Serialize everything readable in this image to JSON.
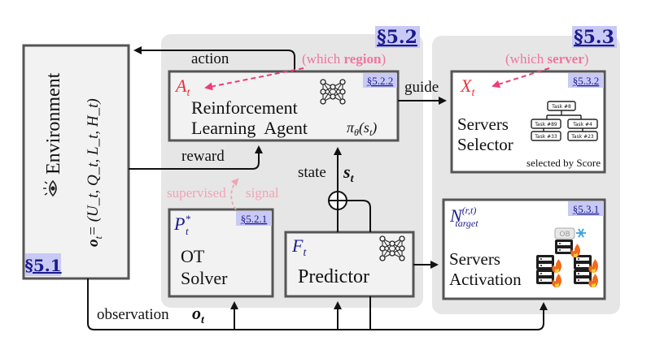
{
  "sections": {
    "s51": "§5.1",
    "s52": "§5.2",
    "s53": "§5.3",
    "s521": "§5.2.1",
    "s522": "§5.2.2",
    "s531": "§5.3.1",
    "s532": "§5.3.2"
  },
  "environment": {
    "title": "Environment",
    "observation_eq": "o_t = (U_t, Q_t, L_t, H_t)",
    "eq_lhs": "o",
    "eq_lhs_sub": "t",
    "eq_rhs": "= (U_t, Q_t, L_t, H_t)",
    "icon": "eye-icon"
  },
  "agent": {
    "var": "A",
    "var_sub": "t",
    "line1": "Reinforcement",
    "line2": "Learning  Agent",
    "policy": "π",
    "policy_sub": "θ",
    "policy_arg": "(s",
    "policy_arg_sub": "t",
    "policy_close": ")",
    "icon": "neural-network-icon"
  },
  "selector": {
    "var": "X",
    "var_sub": "t",
    "line1": "Servers",
    "line2": "Selector",
    "note": "selected by Score",
    "tasks": [
      "Task #8",
      "Task #89",
      "Task #4",
      "Task #33",
      "Task #23"
    ]
  },
  "ot": {
    "var": "P",
    "var_sup": "*",
    "var_sub": "t",
    "line1": "OT",
    "line2": "Solver"
  },
  "predictor": {
    "var": "F",
    "var_sub": "t",
    "label": "Predictor",
    "icon": "neural-network-icon"
  },
  "activation": {
    "var": "N",
    "var_sup": "(r,t)",
    "var_sub": "target",
    "line1": "Servers",
    "line2": "Activation",
    "badge": "OB",
    "icons": [
      "snowflake-icon",
      "server-rack-icon",
      "fire-icon"
    ]
  },
  "edges": {
    "action": "action",
    "which_region_prefix": "(which ",
    "which_region_bold": "region",
    "which_region_suffix": ")",
    "which_server_prefix": "(which ",
    "which_server_bold": "server",
    "which_server_suffix": ")",
    "guide": "guide",
    "reward": "reward",
    "supervised": "supervised",
    "signal": "signal",
    "state": "state",
    "state_var": "s",
    "state_sub": "t",
    "observation": "observation",
    "obs_var": "o",
    "obs_sub": "t",
    "plus": "⊕"
  },
  "colors": {
    "accent_red": "#e8323c",
    "pink": "#f0759e",
    "navy": "#1a1a8c",
    "section_bg": "#c9c9f5",
    "panel_bg": "#e6e6e6",
    "box_border": "#555555"
  }
}
